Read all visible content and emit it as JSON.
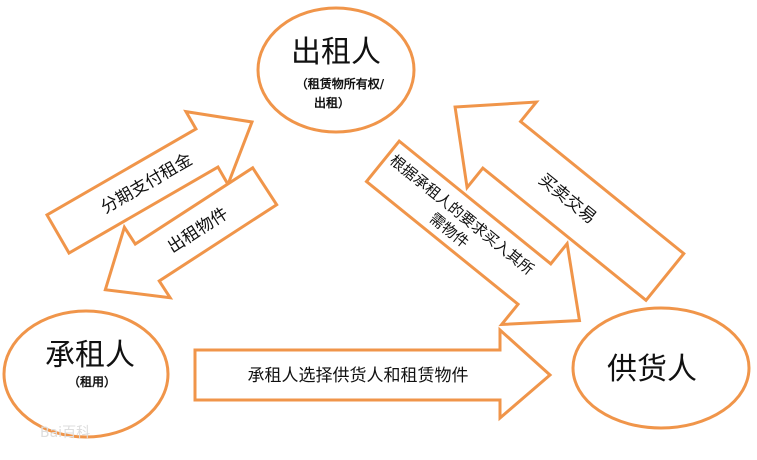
{
  "nodes": {
    "lessor": {
      "title": "出租人",
      "sub1": "（租赁物所有权/",
      "sub2": "出租）"
    },
    "lessee": {
      "title": "承租人",
      "sub": "（租用）"
    },
    "supplier": {
      "title": "供货人"
    }
  },
  "arrows": {
    "installment": "分期支付租金",
    "lease_goods": "出租物件",
    "purchase_line1": "根据承租人的要求买入其所",
    "purchase_line2": "需物件",
    "trade": "买卖交易",
    "select": "承租人选择供货人和租赁物件"
  },
  "paragraph_mark": "↵",
  "watermark": "Bai百科",
  "colors": {
    "outline": "#f0954a",
    "text": "#111111"
  }
}
